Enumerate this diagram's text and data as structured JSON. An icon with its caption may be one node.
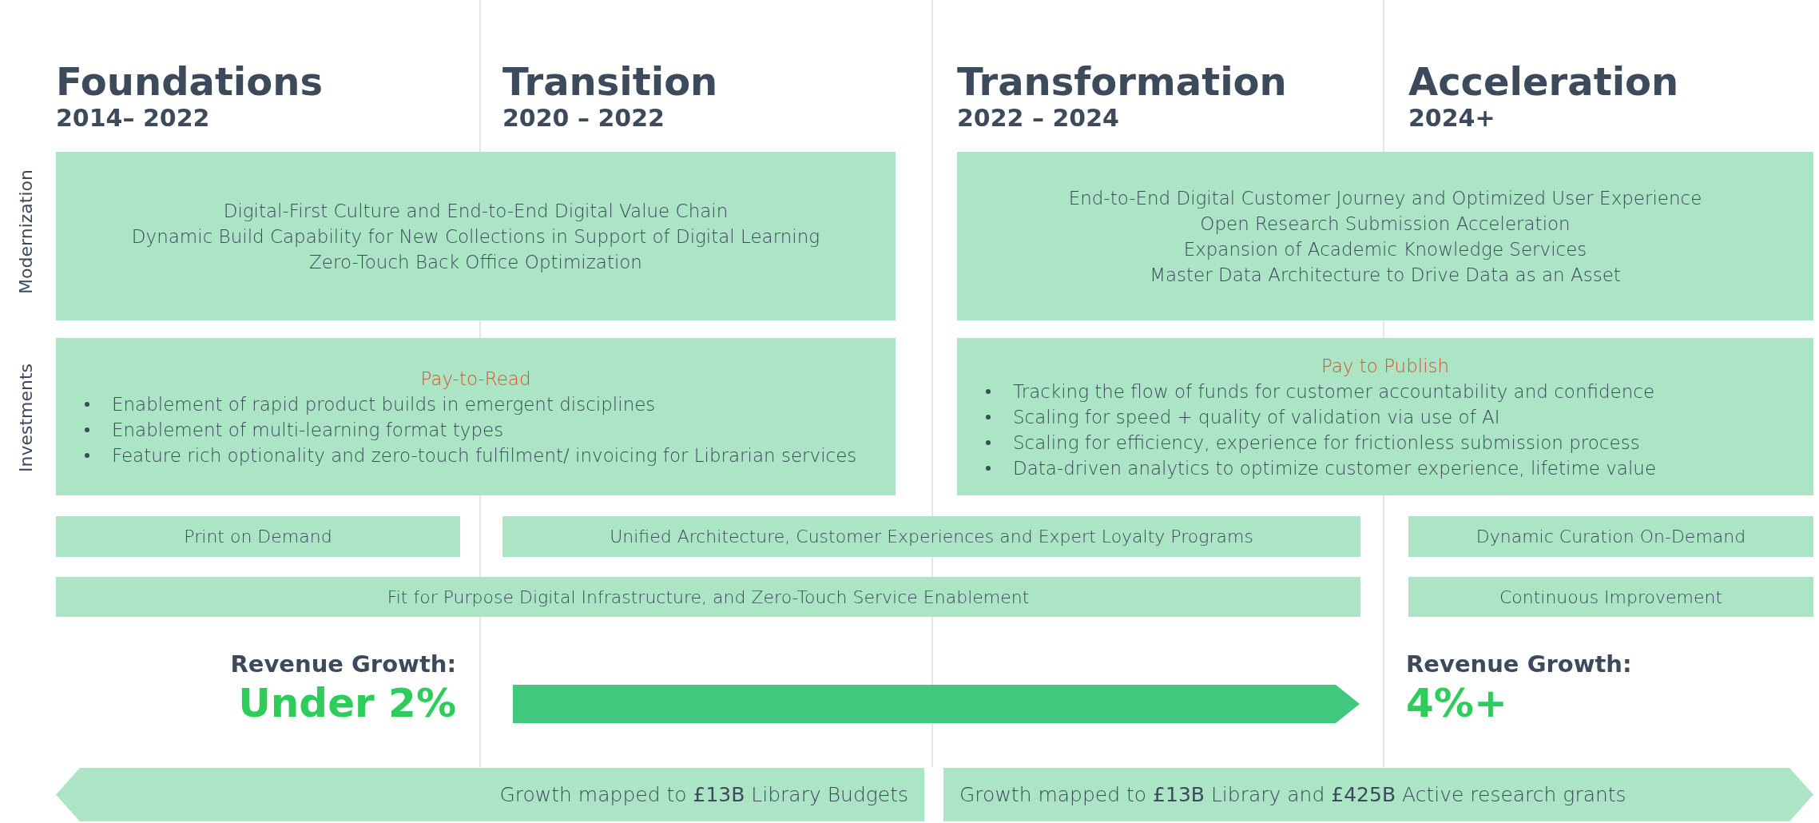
{
  "diagram": {
    "nodes": [
      {
        "text": [
          "Digital-First Culture and End-to-End Digital Value Chain",
          "Dynamic Build Capability for New Collections in Support of Digital Learning",
          "Zero-Touch Back Office Optimization"
        ]
      },
      {
        "text": [
          "End-to-End Digital Customer Journey and Optimized User Experience",
          "Open Research Submission Acceleration",
          "Expansion of Academic Knowledge Services",
          "Master Data Architecture to Drive Data as an Asset"
        ]
      },
      {
        "text": [
          "Pay-to-Read",
          "Enablement of rapid product builds in emergent disciplines",
          "Enablement of multi-learning format types",
          "Feature rich optionality and zero-touch fulfilment/ invoicing for Librarian services"
        ]
      },
      {
        "text": [
          "Pay to Publish",
          "Tracking the flow of funds for customer accountability and confidence",
          "Scaling for speed + quality of validation via use of AI",
          "Scaling for efficiency, experience for frictionless submission process",
          "Data-driven analytics to optimize customer experience, lifetime value"
        ]
      },
      {
        "text": [
          "Print on Demand"
        ]
      },
      {
        "text": [
          "Unified Architecture, Customer Experiences and Expert Loyalty Programs"
        ]
      },
      {
        "text": [
          "Dynamic Curation On-Demand"
        ]
      },
      {
        "text": [
          "Fit for Purpose Digital Infrastructure, and Zero-Touch Service Enablement"
        ]
      },
      {
        "text": [
          "Continuous Improvement"
        ]
      },
      {
        "text": [
          "Revenue Growth:",
          "Under 2%"
        ]
      },
      {
        "text": [
          "Revenue Growth:",
          "4%+"
        ]
      },
      {
        "text": [
          "Growth mapped to **£13B** Library Budgets"
        ]
      },
      {
        "text": [
          "Growth mapped to **£13B** Library and **£425B** Active research grants"
        ]
      }
    ],
    "edges": [
      {
        "from": 9,
        "to": 10,
        "arrow": "to",
        "color": "#40c87e"
      }
    ],
    "labels": [
      "Foundations",
      "2014– 2022",
      "Transition",
      "2020 – 2022",
      "Transformation",
      "2022 – 2024",
      "Acceleration",
      "2024+",
      "Modernization",
      "Investments"
    ]
  }
}
